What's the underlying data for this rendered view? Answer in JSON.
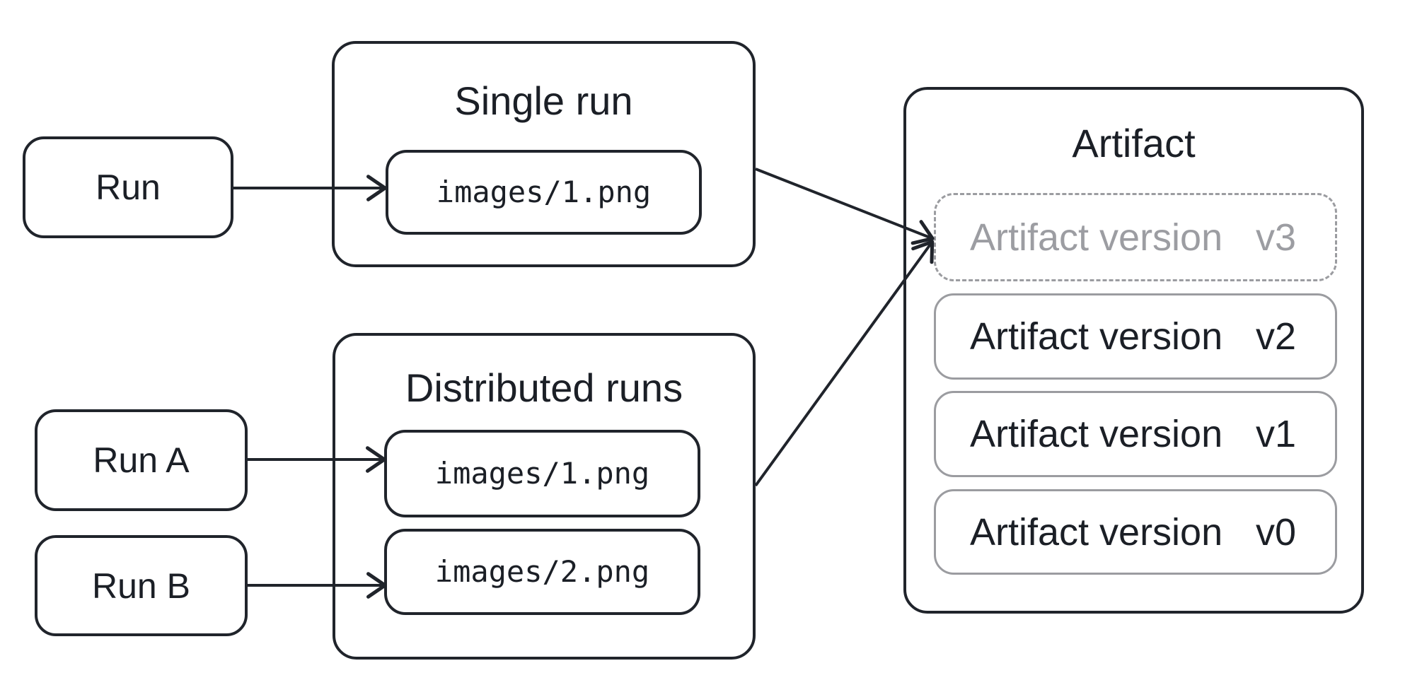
{
  "colors": {
    "bg": "#ffffff",
    "stroke_dark": "#20242b",
    "stroke_gray": "#9b9ca0",
    "text_dark": "#1b1f26",
    "text_gray": "#9c9da2"
  },
  "runs": {
    "run": {
      "label": "Run"
    },
    "run_a": {
      "label": "Run A"
    },
    "run_b": {
      "label": "Run B"
    }
  },
  "groups": {
    "single": {
      "title": "Single run",
      "file": "images/1.png"
    },
    "distributed": {
      "title": "Distributed runs",
      "file_a": "images/1.png",
      "file_b": "images/2.png"
    },
    "artifact": {
      "title": "Artifact",
      "versions": [
        {
          "label": "Artifact version",
          "tag": "v3",
          "style": "dashed-gray"
        },
        {
          "label": "Artifact version",
          "tag": "v2",
          "style": "solid"
        },
        {
          "label": "Artifact version",
          "tag": "v1",
          "style": "solid"
        },
        {
          "label": "Artifact version",
          "tag": "v0",
          "style": "solid"
        }
      ]
    }
  }
}
